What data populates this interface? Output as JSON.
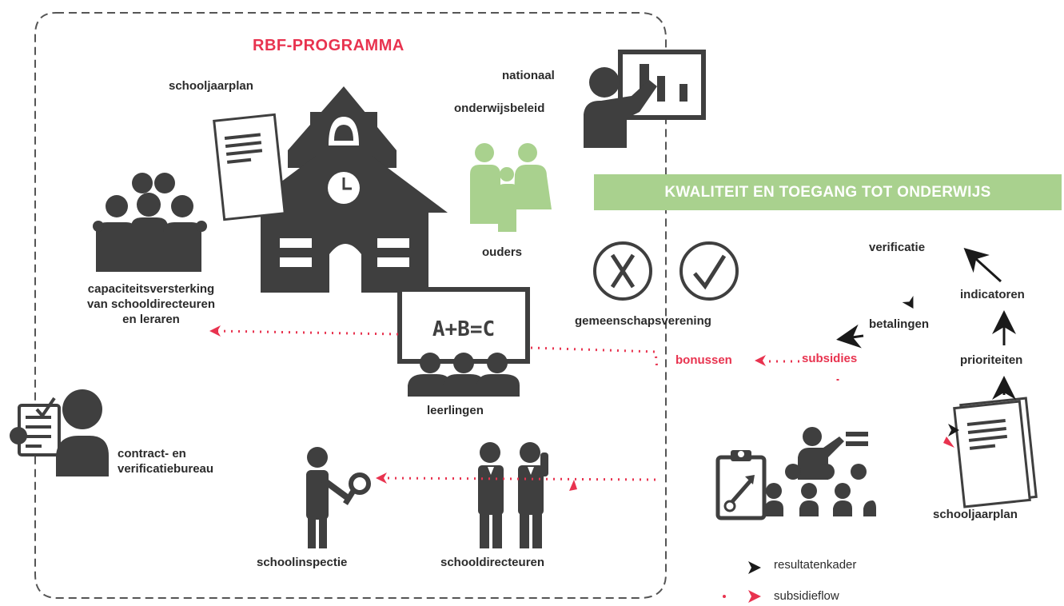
{
  "program_title": "RBF-PROGRAMMA",
  "banner": "KWALITEIT EN TOEGANG TOT ONDERWIJS",
  "labels": {
    "schooljaarplan_left": "schooljaarplan",
    "nationaal": "nationaal",
    "onderwijsbeleid": "onderwijsbeleid",
    "ouders": "ouders",
    "capacity_1": "capaciteitsversterking",
    "capacity_2": "van schooldirecteuren",
    "capacity_3": "en leraren",
    "gemeenschapsverening": "gemeenschapsverening",
    "leerlingen": "leerlingen",
    "contract_1": "contract- en",
    "contract_2": "verificatiebureau",
    "schoolinspectie": "schoolinspectie",
    "schooldirecteuren": "schooldirecteuren",
    "bonussen": "bonussen",
    "subsidies": "subsidies",
    "betalingen": "betalingen",
    "verificatie": "verificatie",
    "indicatoren": "indicatoren",
    "prioriteiten": "prioriteiten",
    "schooljaarplan_right": "schooljaarplan",
    "board_text": "A+B=C"
  },
  "legend": {
    "resultatenkader": "resultatenkader",
    "subsidieflow": "subsidieflow"
  },
  "colors": {
    "icon_dark": "#3f3f3f",
    "accent_red": "#e8334f",
    "parents_green": "#a9d18e"
  },
  "icons": [
    "document-icon",
    "school-building-icon",
    "presenter-chart-icon",
    "family-icon",
    "group-icon",
    "cross-circle-icon",
    "check-circle-icon",
    "classroom-board-icon",
    "contract-person-icon",
    "inspector-magnifier-icon",
    "directors-icon",
    "clipboard-chart-icon",
    "teacher-group-icon"
  ]
}
